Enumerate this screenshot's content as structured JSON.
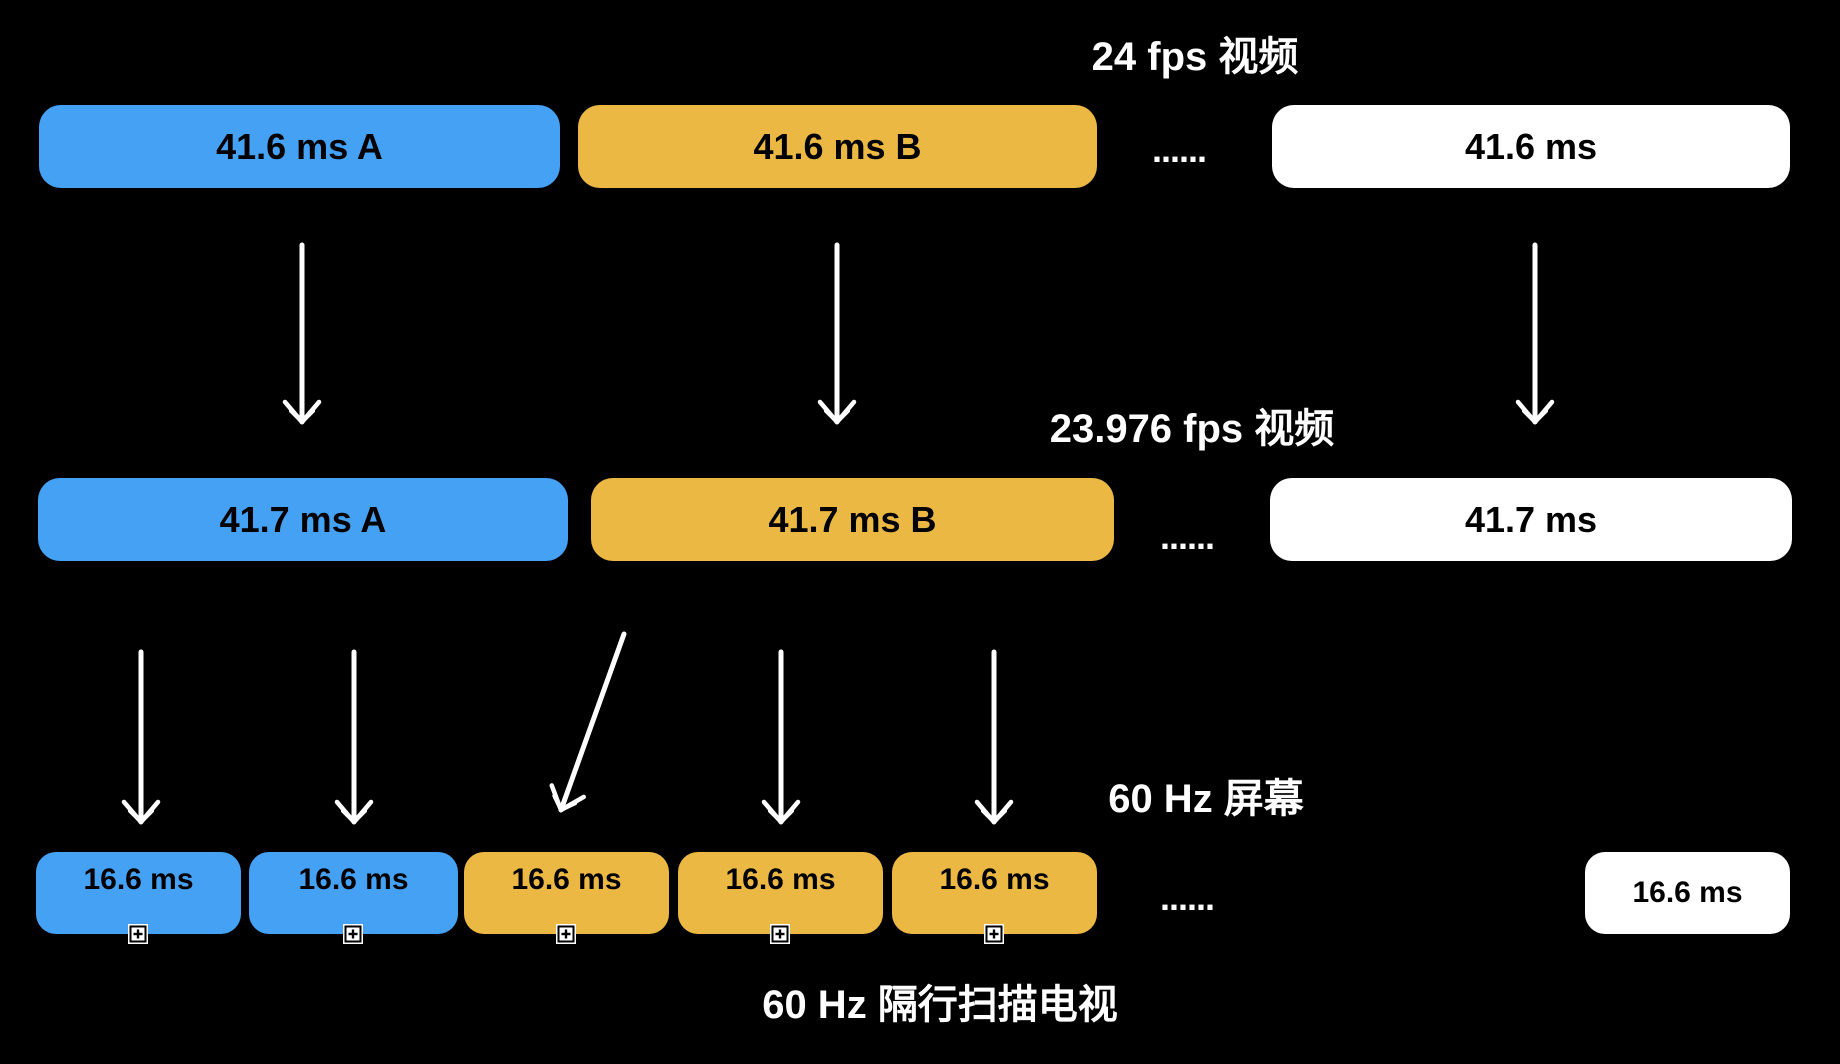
{
  "colors": {
    "background": "#000000",
    "frame_blue": "#45A1F3",
    "frame_orange": "#EBB844",
    "frame_white": "#FFFFFF",
    "box_text": "#000000",
    "title_text": "#FFFFFF",
    "arrow": "#FFFFFF"
  },
  "rows": [
    {
      "title": "24 fps 视频",
      "boxes": [
        {
          "label": "41.6 ms A",
          "color": "blue"
        },
        {
          "label": "41.6 ms B",
          "color": "orange"
        },
        {
          "label": "41.6 ms",
          "color": "white"
        }
      ],
      "ellipsis": "......"
    },
    {
      "title": "23.976 fps 视频",
      "boxes": [
        {
          "label": "41.7 ms A",
          "color": "blue"
        },
        {
          "label": "41.7 ms B",
          "color": "orange"
        },
        {
          "label": "41.7 ms",
          "color": "white"
        }
      ],
      "ellipsis": "......"
    },
    {
      "title": "60 Hz 屏幕",
      "boxes": [
        {
          "label": "16.6 ms",
          "color": "blue"
        },
        {
          "label": "16.6 ms",
          "color": "blue"
        },
        {
          "label": "16.6 ms",
          "color": "orange"
        },
        {
          "label": "16.6 ms",
          "color": "orange"
        },
        {
          "label": "16.6 ms",
          "color": "orange"
        },
        {
          "label": "16.6 ms",
          "color": "white"
        }
      ],
      "ellipsis": "......"
    }
  ],
  "footer": {
    "title": "60 Hz 隔行扫描电视"
  },
  "icons": {
    "expand_badge": "squared-plus"
  }
}
